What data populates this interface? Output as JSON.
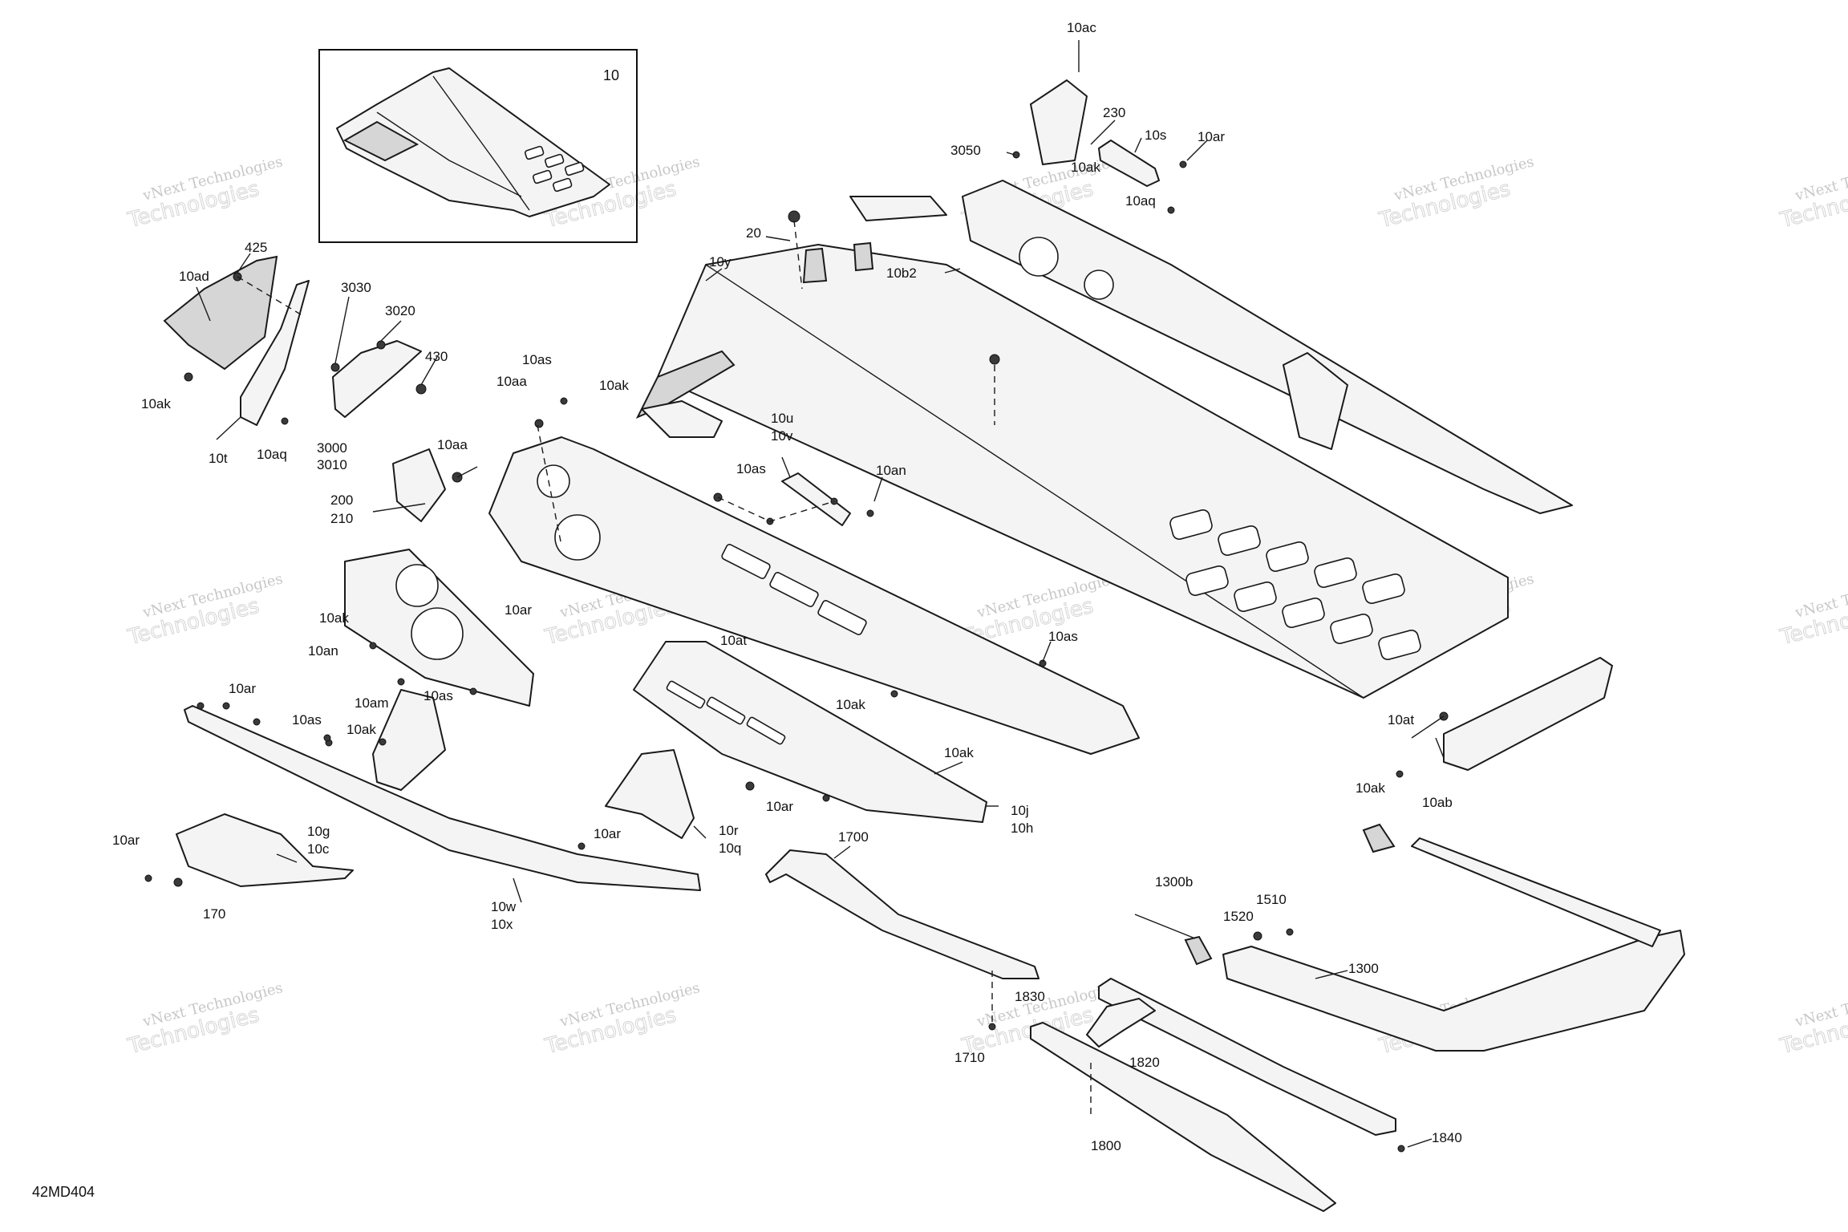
{
  "diagram": {
    "reference_code": "42MD404",
    "watermark": {
      "line1": "vNext Technologies",
      "line2": "Technologies"
    },
    "inset_label": "10",
    "callouts": [
      "10ac",
      "230",
      "10s",
      "10ar",
      "3050",
      "10ak",
      "10aq",
      "20",
      "10b2",
      "10y",
      "425",
      "10ad",
      "3030",
      "3020",
      "430",
      "10ak",
      "10t",
      "10aq",
      "3000",
      "3010",
      "10as",
      "10aa",
      "10ak",
      "10aa",
      "200",
      "210",
      "10u",
      "10v",
      "10as",
      "10an",
      "10ak",
      "10ar",
      "10an",
      "10am",
      "10as",
      "10at",
      "10as",
      "10ak",
      "10ar",
      "10as",
      "10ak",
      "10ak",
      "10ar",
      "10ar",
      "10g",
      "10c",
      "170",
      "10w",
      "10x",
      "10j",
      "10h",
      "10r",
      "10q",
      "1700",
      "1710",
      "1830",
      "1820",
      "1800",
      "1300b",
      "1510",
      "1520",
      "1300",
      "1840",
      "10at",
      "10ak",
      "10ab",
      "10ar"
    ]
  }
}
